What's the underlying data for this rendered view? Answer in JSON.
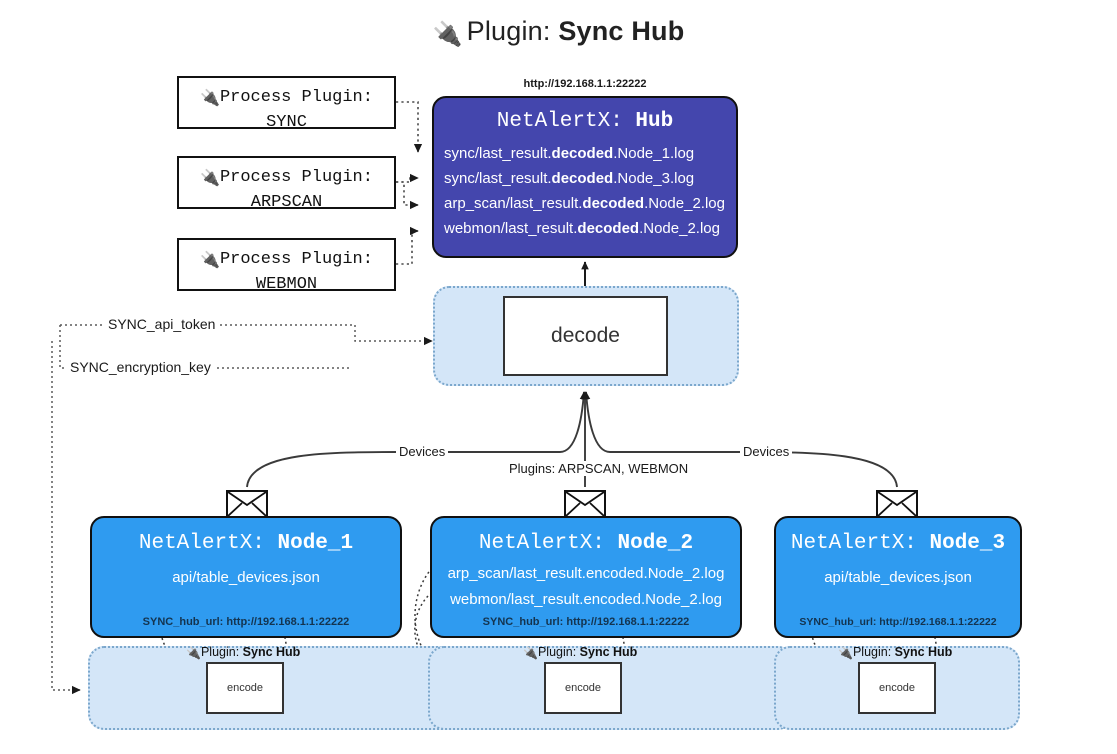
{
  "header": {
    "plug_icon": "🔌",
    "prefix": "Plugin: ",
    "name": "Sync Hub"
  },
  "process_plugins": [
    {
      "icon": "🔌",
      "line1": "Process Plugin:",
      "line2": "SYNC"
    },
    {
      "icon": "🔌",
      "line1": "Process Plugin:",
      "line2": "ARPSCAN"
    },
    {
      "icon": "🔌",
      "line1": "Process Plugin:",
      "line2": "WEBMON"
    }
  ],
  "hub": {
    "url": "http://192.168.1.1:22222",
    "title_prefix": "NetAlertX: ",
    "title_name": "Hub",
    "logs": [
      {
        "pre": "sync/last_result.",
        "mid": "decoded",
        "post": ".Node_1.log"
      },
      {
        "pre": "sync/last_result.",
        "mid": "decoded",
        "post": ".Node_3.log"
      },
      {
        "pre": "arp_scan/last_result.",
        "mid": "decoded",
        "post": ".Node_2.log"
      },
      {
        "pre": "webmon/last_result.",
        "mid": "decoded",
        "post": ".Node_2.log"
      }
    ]
  },
  "decode": {
    "label": "decode"
  },
  "secrets": [
    {
      "label": "SYNC_api_token"
    },
    {
      "label": "SYNC_encryption_key"
    }
  ],
  "edge_labels": {
    "devices_left": "Devices",
    "devices_right": "Devices",
    "plugins_center": "Plugins: ARPSCAN, WEBMON"
  },
  "nodes": [
    {
      "title_prefix": "NetAlertX: ",
      "title_name": "Node_1",
      "files": [
        "api/table_devices.json"
      ],
      "hub_url_label": "SYNC_hub_url: http://192.168.1.1:22222"
    },
    {
      "title_prefix": "NetAlertX: ",
      "title_name": "Node_2",
      "files": [
        "arp_scan/last_result.encoded.Node_2.log",
        "webmon/last_result.encoded.Node_2.log"
      ],
      "hub_url_label": "SYNC_hub_url: http://192.168.1.1:22222"
    },
    {
      "title_prefix": "NetAlertX: ",
      "title_name": "Node_3",
      "files": [
        "api/table_devices.json"
      ],
      "hub_url_label": "SYNC_hub_url: http://192.168.1.1:22222"
    }
  ],
  "encoders": [
    {
      "icon": "🔌",
      "tag_prefix": "Plugin: ",
      "tag_name": "Sync Hub",
      "label": "encode"
    },
    {
      "icon": "🔌",
      "tag_prefix": "Plugin: ",
      "tag_name": "Sync Hub",
      "label": "encode"
    },
    {
      "icon": "🔌",
      "tag_prefix": "Plugin: ",
      "tag_name": "Sync Hub",
      "label": "encode"
    }
  ],
  "colors": {
    "hub_fill": "#4446ad",
    "node_fill": "#2f9bf0",
    "pool_fill": "#d4e6f8",
    "pool_stroke": "#7ba7cc",
    "stroke": "#111111"
  }
}
